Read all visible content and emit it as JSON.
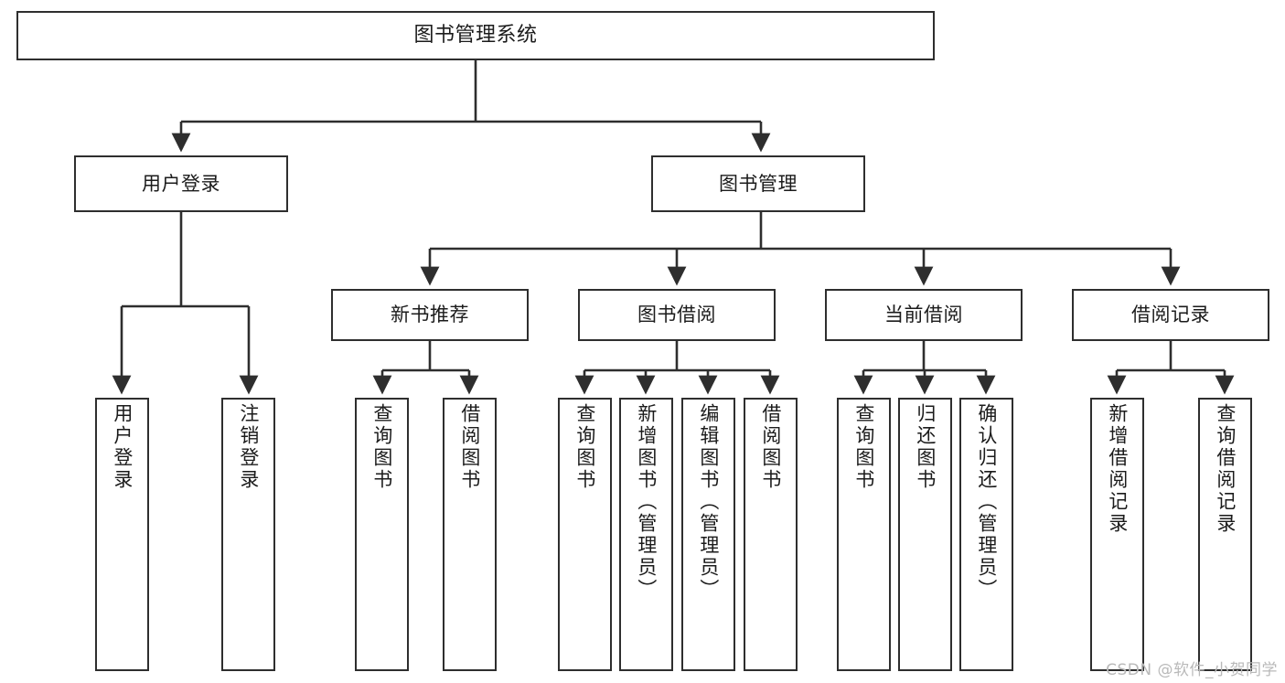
{
  "diagram": {
    "type": "tree-hierarchy-chart",
    "title_box": {
      "label": "图书管理系统"
    },
    "level2": [
      {
        "id": "user-login",
        "label": "用户登录"
      },
      {
        "id": "book-management",
        "label": "图书管理"
      }
    ],
    "level3": [
      {
        "id": "new-book-recommend",
        "label": "新书推荐",
        "parent": "book-management"
      },
      {
        "id": "book-borrow",
        "label": "图书借阅",
        "parent": "book-management"
      },
      {
        "id": "current-borrow",
        "label": "当前借阅",
        "parent": "book-management"
      },
      {
        "id": "borrow-record",
        "label": "借阅记录",
        "parent": "book-management"
      }
    ],
    "leaves": [
      {
        "id": "leaf-user-login",
        "label": "用户登录",
        "parent": "user-login"
      },
      {
        "id": "leaf-logout-login",
        "label": "注销登录",
        "parent": "user-login"
      },
      {
        "id": "leaf-query-book-1",
        "label": "查询图书",
        "parent": "new-book-recommend"
      },
      {
        "id": "leaf-borrow-book-1",
        "label": "借阅图书",
        "parent": "new-book-recommend"
      },
      {
        "id": "leaf-query-book-2",
        "label": "查询图书",
        "parent": "book-borrow"
      },
      {
        "id": "leaf-add-book",
        "label": "新增图书（管理员）",
        "parent": "book-borrow"
      },
      {
        "id": "leaf-edit-book",
        "label": "编辑图书（管理员）",
        "parent": "book-borrow"
      },
      {
        "id": "leaf-borrow-book-2",
        "label": "借阅图书",
        "parent": "book-borrow"
      },
      {
        "id": "leaf-query-book-3",
        "label": "查询图书",
        "parent": "current-borrow"
      },
      {
        "id": "leaf-return-book",
        "label": "归还图书",
        "parent": "current-borrow"
      },
      {
        "id": "leaf-confirm-return",
        "label": "确认归还（管理员）",
        "parent": "current-borrow"
      },
      {
        "id": "leaf-add-record",
        "label": "新增借阅记录",
        "parent": "borrow-record"
      },
      {
        "id": "leaf-query-record",
        "label": "查询借阅记录",
        "parent": "borrow-record"
      }
    ],
    "colors": {
      "box_border": "#2e2e2e",
      "box_fill": "#ffffff",
      "edge": "#2e2e2e",
      "text": "#1b1b1b",
      "watermark": "#b9b9b9",
      "background": "#ffffff"
    }
  },
  "watermark": {
    "text": "CSDN @软件_小贺同学"
  }
}
